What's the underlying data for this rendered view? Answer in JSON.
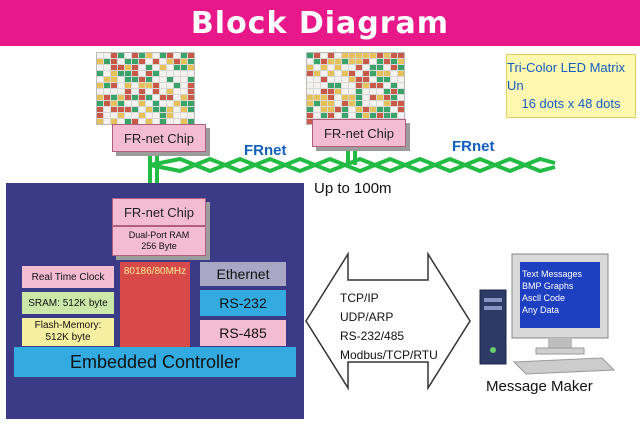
{
  "title": "Block Diagram",
  "legend": {
    "line1": "Tri-Color LED Matrix Un",
    "line2": "16 dots x 48 dots"
  },
  "network": {
    "chip_label": "FR-net Chip",
    "net_label": "FRnet",
    "distance": "Up to 100m"
  },
  "controller": {
    "chip_label": "FR-net Chip",
    "ram": {
      "line1": "Dual-Port RAM",
      "line2": "256 Byte"
    },
    "rtc": "Real Time Clock",
    "sram": "SRAM: 512K byte",
    "flash": {
      "line1": "Flash-Memory:",
      "line2": "512K byte"
    },
    "cpu": "80186/80MHz",
    "ethernet": "Ethernet",
    "rs232": "RS-232",
    "rs485": "RS-485",
    "name": "Embedded Controller"
  },
  "protocols": [
    "TCP/IP",
    "UDP/ARP",
    "RS-232/485",
    "Modbus/TCP/RTU"
  ],
  "message_maker": {
    "label": "Message Maker",
    "screen_items": [
      "Text Messages",
      "BMP Graphs",
      "Ascll Code",
      "Any Data"
    ]
  },
  "colors": {
    "title_bar": "#e8178a",
    "panel": "#3b3a86",
    "chip": "#f3bcd0",
    "net": "#22bb44",
    "led_red": "#c85a4a",
    "led_green": "#3aa36a",
    "led_yellow": "#e6c15a",
    "led_off": "#f4f2ee"
  }
}
